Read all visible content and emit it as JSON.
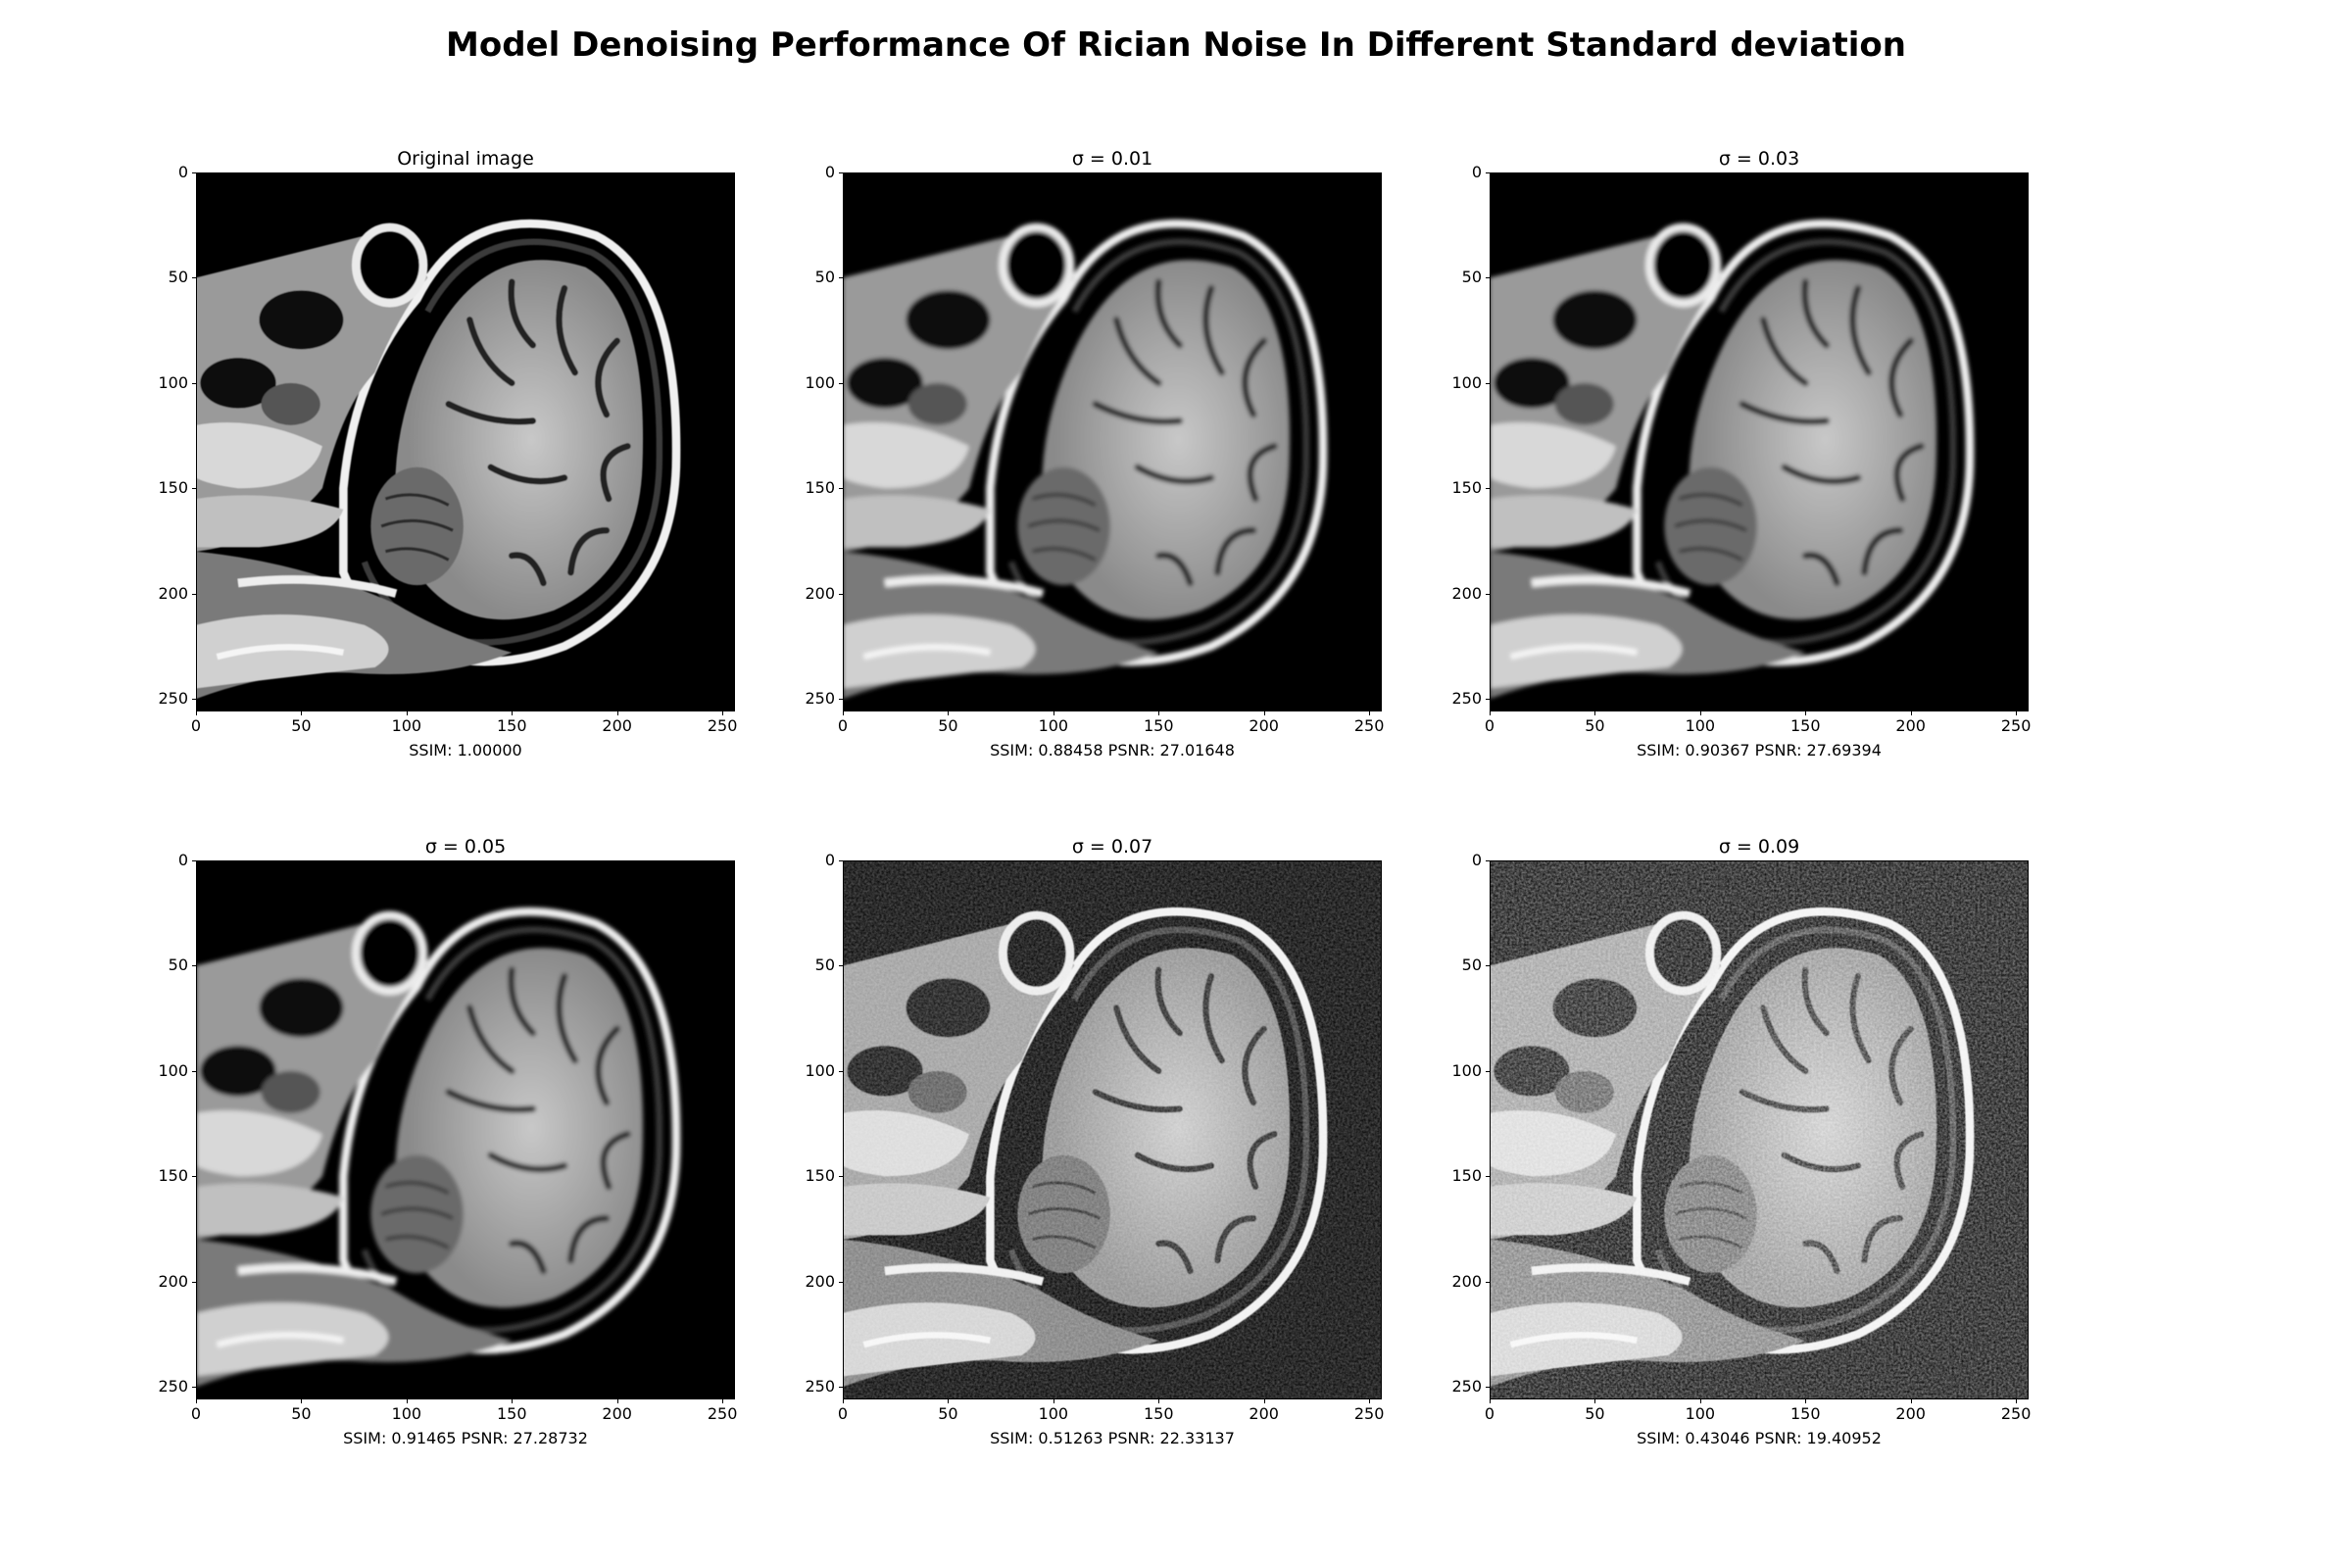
{
  "figure": {
    "title": "Model Denoising Performance Of Rician Noise In Different Standard deviation"
  },
  "axes": {
    "ticks": [
      "0",
      "50",
      "100",
      "150",
      "200",
      "250"
    ]
  },
  "panels": [
    {
      "title": "Original image",
      "caption": "SSIM: 1.00000",
      "noise_level": 0.0
    },
    {
      "title": "σ = 0.01",
      "caption": "SSIM: 0.88458 PSNR: 27.01648",
      "noise_level": 0.0
    },
    {
      "title": "σ = 0.03",
      "caption": "SSIM: 0.90367 PSNR: 27.69394",
      "noise_level": 0.0
    },
    {
      "title": "σ = 0.05",
      "caption": "SSIM: 0.91465 PSNR: 27.28732",
      "noise_level": 0.0
    },
    {
      "title": "σ = 0.07",
      "caption": "SSIM: 0.51263 PSNR: 22.33137",
      "noise_level": 0.35
    },
    {
      "title": "σ = 0.09",
      "caption": "SSIM: 0.43046 PSNR: 19.40952",
      "noise_level": 0.55
    }
  ]
}
